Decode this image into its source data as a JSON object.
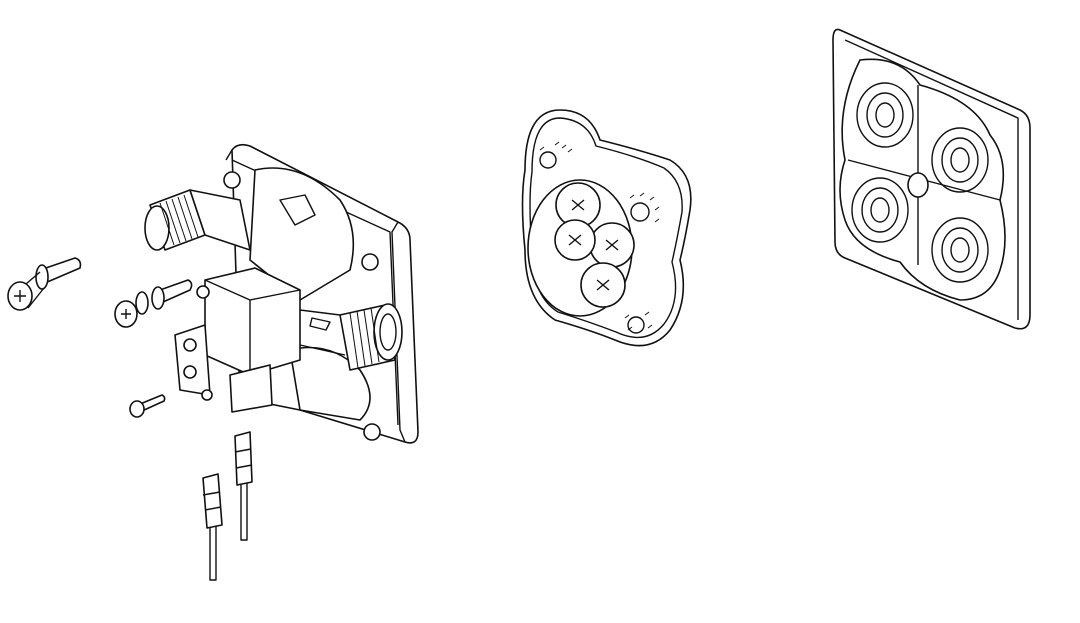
{
  "diagram": {
    "type": "exploded-parts-line-drawing",
    "line_color": "#111111",
    "background": "#ffffff",
    "parts": [
      {
        "name": "valve-body-assembly",
        "icon": "valve-body-icon"
      },
      {
        "name": "screw-long",
        "icon": "screw-icon"
      },
      {
        "name": "screw-with-washer",
        "icon": "screw-icon"
      },
      {
        "name": "screw-small",
        "icon": "screw-icon"
      },
      {
        "name": "wire-connector-left",
        "icon": "connector-icon"
      },
      {
        "name": "wire-connector-right",
        "icon": "connector-icon"
      },
      {
        "name": "rotor-disc",
        "icon": "rotor-disc-icon"
      },
      {
        "name": "seal-plate",
        "icon": "seal-plate-icon"
      }
    ]
  }
}
